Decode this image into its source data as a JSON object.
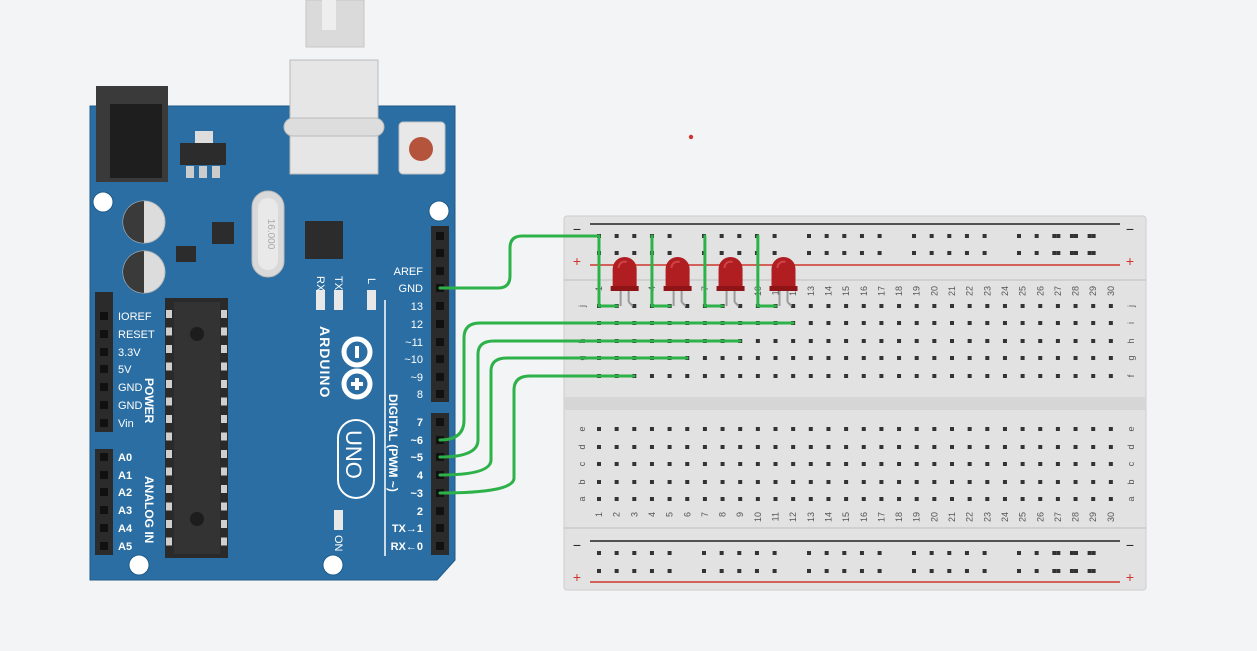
{
  "arduino": {
    "brand": "ARDUINO",
    "model": "UNO",
    "crystal": "16.000",
    "on_label": "ON",
    "led_labels": {
      "tx": "TX",
      "rx": "RX",
      "l": "L"
    },
    "power_header_label": "POWER",
    "analog_header_label": "ANALOG IN",
    "digital_header_label": "DIGITAL (PWM ~)",
    "power_pins": [
      "IOREF",
      "RESET",
      "3.3V",
      "5V",
      "GND",
      "GND",
      "Vin"
    ],
    "analog_pins": [
      "A0",
      "A1",
      "A2",
      "A3",
      "A4",
      "A5"
    ],
    "top_pins": [
      "AREF",
      "GND",
      "13",
      "12",
      "~11",
      "~10",
      "~9",
      "8"
    ],
    "bottom_pins": [
      "7",
      "~6",
      "~5",
      "4",
      "~3",
      "2",
      "TX→1",
      "RX←0"
    ]
  },
  "breadboard": {
    "columns": [
      "1",
      "2",
      "3",
      "4",
      "5",
      "6",
      "7",
      "8",
      "9",
      "10",
      "11",
      "12",
      "13",
      "14",
      "15",
      "16",
      "17",
      "18",
      "19",
      "20",
      "21",
      "22",
      "23",
      "24",
      "25",
      "26",
      "27",
      "28",
      "29",
      "30"
    ],
    "top_rows": [
      "j",
      "i",
      "h",
      "g",
      "f"
    ],
    "bottom_rows": [
      "e",
      "d",
      "c",
      "b",
      "a"
    ],
    "rail_minus": "−",
    "rail_plus": "+"
  },
  "colors": {
    "board": "#2a6ea3",
    "wire": "#2db24a",
    "led": "#b01e22",
    "rail_red": "#d0342c",
    "rail_black": "#222222"
  }
}
